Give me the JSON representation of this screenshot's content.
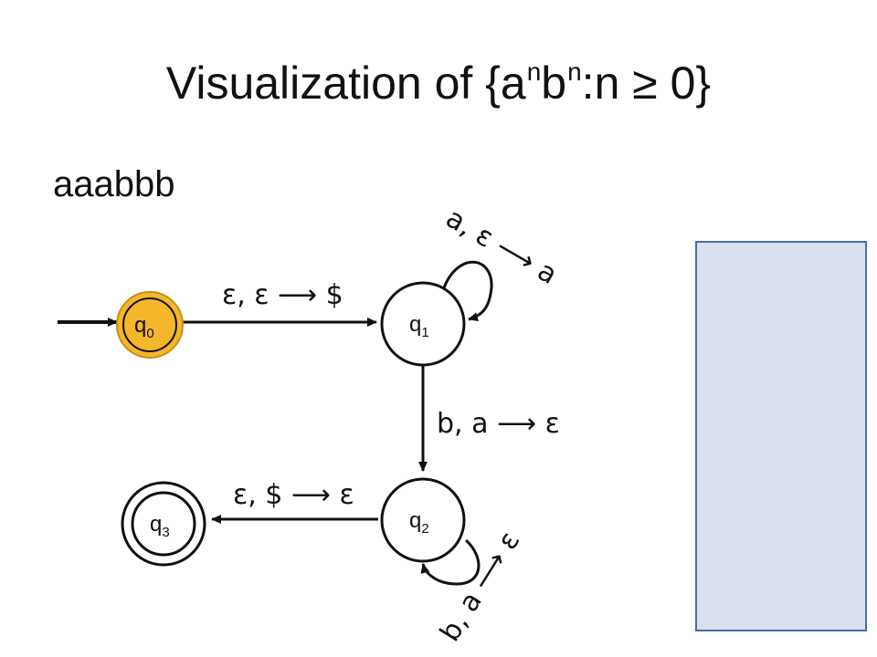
{
  "title": {
    "prefix": "Visualization of {a",
    "exp1": "n",
    "mid": "b",
    "exp2": "n",
    "suffix": ":n ≥ 0}"
  },
  "input_string": "aaabbb",
  "states": [
    {
      "name": "q",
      "sub": "0",
      "role": "start",
      "highlighted": true,
      "fill": "#f4b62b"
    },
    {
      "name": "q",
      "sub": "1",
      "role": "normal",
      "highlighted": false
    },
    {
      "name": "q",
      "sub": "2",
      "role": "normal",
      "highlighted": false
    },
    {
      "name": "q",
      "sub": "3",
      "role": "accept",
      "highlighted": false
    }
  ],
  "transitions": [
    {
      "from": "q0",
      "to": "q1",
      "label": "ε, ε ⟶ $"
    },
    {
      "from": "q1",
      "to": "q1",
      "label": "a, ε ⟶ a"
    },
    {
      "from": "q1",
      "to": "q2",
      "label": "b, a ⟶ ε"
    },
    {
      "from": "q2",
      "to": "q2",
      "label": "b, a ⟶ ε"
    },
    {
      "from": "q2",
      "to": "q3",
      "label": "ε, $ ⟶ ε"
    }
  ],
  "stack": {
    "items": [],
    "fill": "#dbe0ee",
    "border": "#4a6ea6"
  },
  "colors": {
    "highlight": "#f4b62b",
    "highlight_border": "#c7901a",
    "stroke": "#111111"
  }
}
